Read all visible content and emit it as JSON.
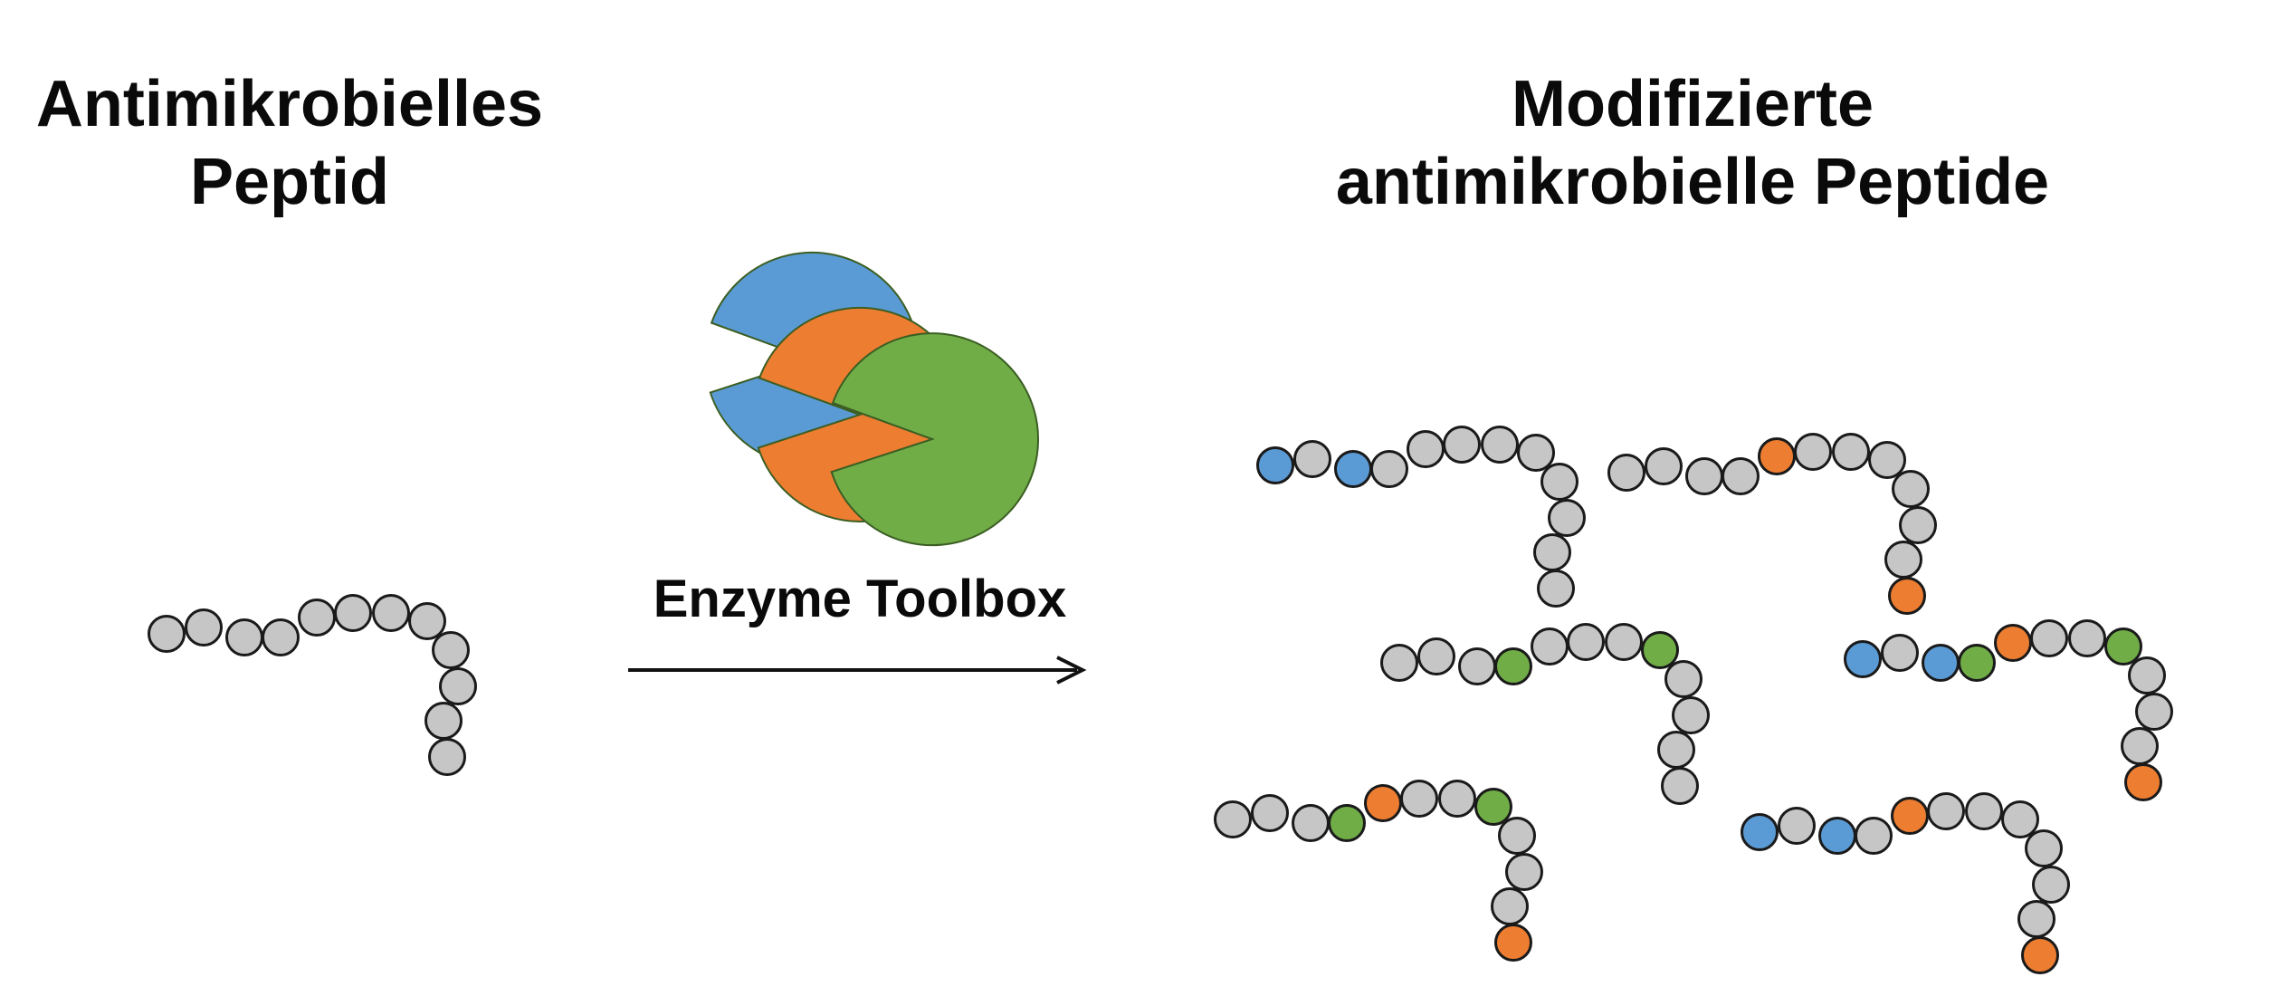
{
  "left_title": {
    "line1": "Antimikrobielles",
    "line2": "Peptid"
  },
  "right_title": {
    "line1": "Modifizierte",
    "line2": "antimikrobielle Peptide"
  },
  "toolbox_label": "Enzyme Toolbox",
  "colors": {
    "grey_residue": "#c6c6c6",
    "blue_residue": "#5b9bd5",
    "orange_residue": "#ed7d31",
    "green_residue": "#70ad47",
    "outline": "#1a1a1a",
    "text": "#0a0a0a"
  },
  "original_peptide": [
    "grey",
    "grey",
    "grey",
    "grey",
    "grey",
    "grey",
    "grey",
    "grey",
    "grey",
    "grey",
    "grey",
    "grey"
  ],
  "modified_peptides": [
    [
      "blue",
      "grey",
      "blue",
      "grey",
      "grey",
      "grey",
      "grey",
      "grey",
      "grey",
      "grey",
      "grey",
      "grey"
    ],
    [
      "grey",
      "grey",
      "grey",
      "grey",
      "orange",
      "grey",
      "grey",
      "grey",
      "grey",
      "grey",
      "grey",
      "orange"
    ],
    [
      "grey",
      "grey",
      "grey",
      "green",
      "grey",
      "grey",
      "grey",
      "green",
      "grey",
      "grey",
      "grey",
      "grey"
    ],
    [
      "blue",
      "grey",
      "blue",
      "green",
      "orange",
      "grey",
      "grey",
      "green",
      "grey",
      "grey",
      "grey",
      "orange"
    ],
    [
      "grey",
      "grey",
      "grey",
      "green",
      "orange",
      "grey",
      "grey",
      "green",
      "grey",
      "grey",
      "grey",
      "orange"
    ],
    [
      "blue",
      "grey",
      "blue",
      "grey",
      "orange",
      "grey",
      "grey",
      "grey",
      "grey",
      "grey",
      "grey",
      "orange"
    ]
  ],
  "enzymes": [
    "blue",
    "orange",
    "green"
  ]
}
